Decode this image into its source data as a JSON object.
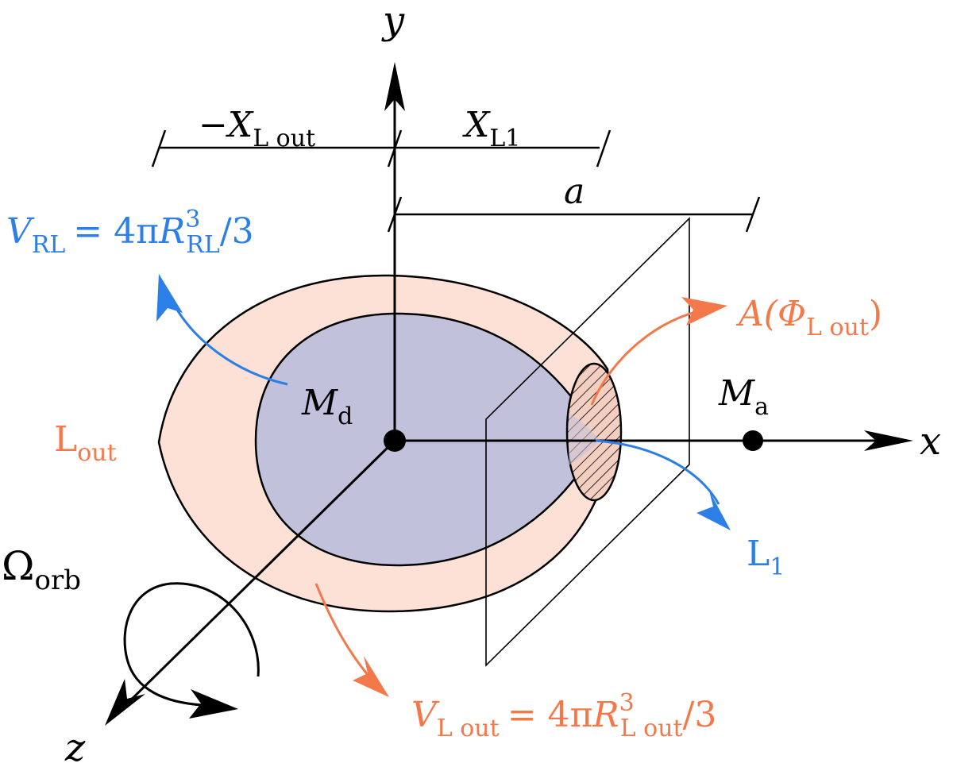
{
  "labels": {
    "y_axis": "y",
    "x_axis": "x",
    "z_axis": "z",
    "neg_x_lout": {
      "sign": "−",
      "var": "X",
      "sub": "L out"
    },
    "x_l1": {
      "var": "X",
      "sub": "L1"
    },
    "a": "a",
    "v_rl": {
      "var": "V",
      "sub": "RL",
      "rhs": "= 4π",
      "r": "R",
      "sup": "3",
      "rsub": "RL",
      "tail": "/3"
    },
    "a_phi": {
      "pre": "A(Φ",
      "sub": "L out",
      "post": ")"
    },
    "m_d": {
      "var": "M",
      "sub": "d"
    },
    "m_a": {
      "var": "M",
      "sub": "a"
    },
    "l_out": {
      "var": "L",
      "sub": "out"
    },
    "l_1": {
      "var": "L",
      "sub": "1"
    },
    "omega": {
      "var": "Ω",
      "sub": "orb"
    },
    "v_lout": {
      "var": "V",
      "sub": "L out",
      "rhs": "= 4π",
      "r": "R",
      "sup": "3",
      "rsub": "L out",
      "tail": "/3"
    }
  },
  "colors": {
    "outer_lobe": "#fde1d6",
    "inner_lobe": "#c2c1dc",
    "blue": "#2b7fe6",
    "orange": "#f3794b",
    "black": "#000000"
  }
}
